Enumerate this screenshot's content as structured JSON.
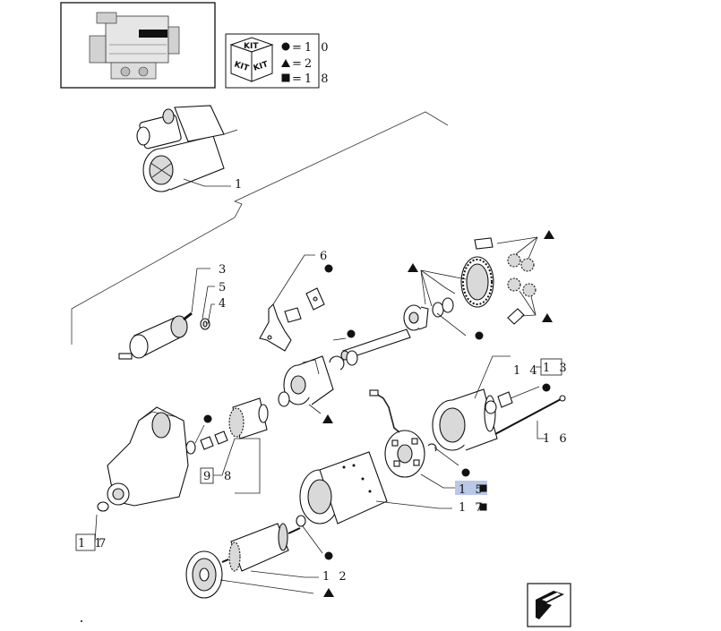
{
  "legend": {
    "kit_word": "KIT",
    "entries": [
      {
        "symbol": "dot",
        "text": "=1 0"
      },
      {
        "symbol": "triangle",
        "text": "=2"
      },
      {
        "symbol": "square",
        "text": "=1 8"
      }
    ]
  },
  "callouts": {
    "c1": "1",
    "c3": "3",
    "c5": "5",
    "c4": "4",
    "c6": "6",
    "c14": "1 4",
    "c13": "1 3",
    "c16": "1 6",
    "c9": "9",
    "c8": "8",
    "c15": "1 5",
    "c17": "1 7",
    "c11": "1 1",
    "c7": "7",
    "c12": "1 2"
  },
  "highlight_color": "#b9c8e6",
  "ink_color": "#111111"
}
